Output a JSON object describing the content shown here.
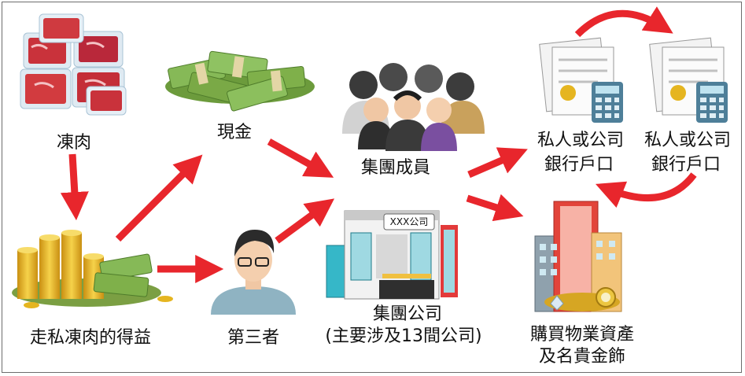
{
  "nodes": {
    "frozen_meat": "凍肉",
    "cash": "現金",
    "smuggling_profits": "走私凍肉的得益",
    "third_party": "第三者",
    "group_members": "集團成員",
    "group_company_line1": "集團公司",
    "group_company_line2": "(主要涉及13間公司)",
    "company_sign": "XXX公司",
    "bank_account_1_line1": "私人或公司",
    "bank_account_1_line2": "銀行戶口",
    "bank_account_2_line1": "私人或公司",
    "bank_account_2_line2": "銀行戶口",
    "property_line1": "購買物業資產",
    "property_line2": "及名貴金飾"
  },
  "colors": {
    "arrow": "#e8262c",
    "money_green": "#7fb04a",
    "gold": "#e5b520",
    "meat_red": "#c9323b",
    "building_teal": "#36b7c8"
  }
}
